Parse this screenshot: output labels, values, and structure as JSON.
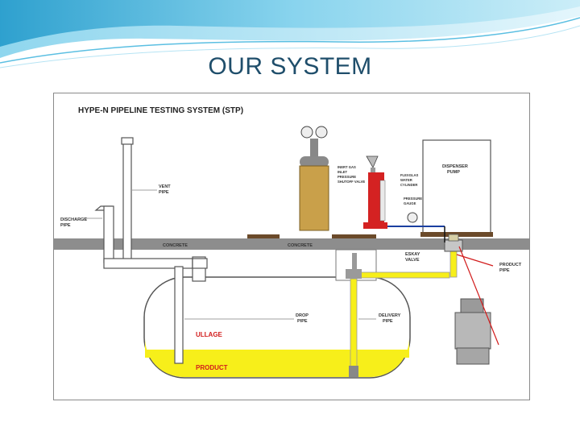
{
  "slide": {
    "title": "OUR SYSTEM"
  },
  "diagram": {
    "title": "HYPE-N PIPELINE TESTING SYSTEM (STP)",
    "labels": {
      "vent_pipe": [
        "VENT",
        "PIPE"
      ],
      "discharge_pipe": [
        "DISCHARGE",
        "PIPE"
      ],
      "concrete_left": "CONCRETE",
      "concrete_mid": "CONCRETE",
      "dispenser_pump": [
        "DISPENSER",
        "PUMP"
      ],
      "inert_gas": [
        "INERT GAS",
        "INLET",
        "PRESSURE",
        "SHUTOFF VALVE"
      ],
      "flexglas": [
        "FLEXGLAS",
        "WATER",
        "CYLINDER"
      ],
      "pressure_gauge": [
        "PRESSURE",
        "GAUGE"
      ],
      "eskay_valve": [
        "ESKAY",
        "VALVE"
      ],
      "product_pipe": [
        "PRODUCT",
        "PIPE"
      ],
      "drop_pipe": [
        "DROP",
        "PIPE"
      ],
      "delivery_pipe": [
        "DELIVERY",
        "PIPE"
      ],
      "ullage": "ULLAGE",
      "product": "PRODUCT"
    }
  },
  "colors": {
    "title": "#1f4e6b",
    "product_fuel": "#f7ef1a",
    "concrete": "#8d8d8d",
    "pipe": "#ffffff",
    "pipe_outline": "#555555",
    "cylinder": "#c9a04a",
    "water_tester": "#d42222",
    "red_label": "#d21c1c"
  }
}
